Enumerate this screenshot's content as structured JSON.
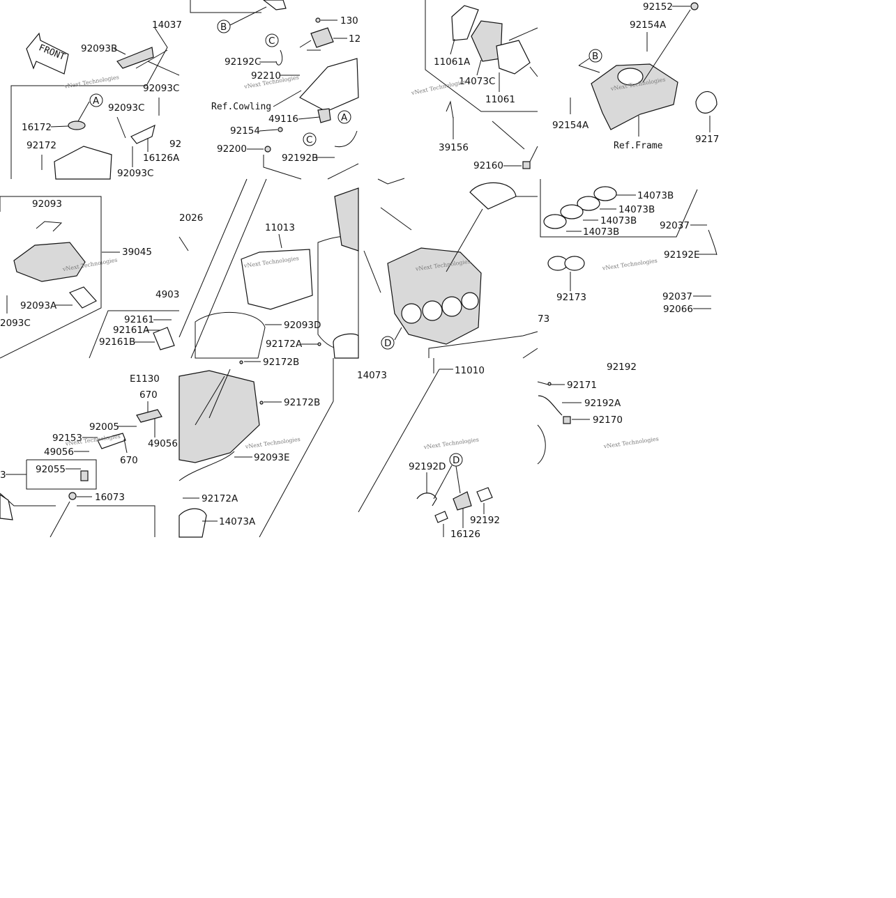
{
  "diagram": {
    "front_label": "FRONT",
    "watermark_text": "vNext Technologies",
    "tile_refs": [
      "E1130"
    ],
    "ref_labels": [
      "Ref.Cowling",
      "Ref.Frame"
    ],
    "callout_letters": [
      "A",
      "B",
      "C",
      "D"
    ],
    "part_labels": {
      "p14037": "14037",
      "p92093B": "92093B",
      "p92093C_1": "92093C",
      "p92093C_2": "92093C",
      "p92093C_3": "92093C",
      "p92093C_4": "2093C",
      "p16172": "16172",
      "p92172": "92172",
      "p16126A": "16126A",
      "p92_cut": "92",
      "p130": "130",
      "p12": "12",
      "p92192C": "92192C",
      "p92210": "92210",
      "p49116": "49116",
      "p92154": "92154",
      "p92200": "92200",
      "p92192B": "92192B",
      "p11061A": "11061A",
      "p14073C": "14073C",
      "p11061": "11061",
      "p39156": "39156",
      "p92160": "92160",
      "p92152": "92152",
      "p92154A_1": "92154A",
      "p92154A_2": "92154A",
      "p9217_cut": "9217",
      "p92093": "92093",
      "p39045": "39045",
      "p92093A": "92093A",
      "p92026": "2026",
      "p4903": "4903",
      "p92161": "92161",
      "p92161A": "92161A",
      "p92161B": "92161B",
      "p11013": "11013",
      "p92093D": "92093D",
      "p92172A_1": "92172A",
      "p14073": "14073",
      "p14073B_1": "14073B",
      "p14073B_2": "14073B",
      "p14073B_3": "14073B",
      "p14073B_4": "14073B",
      "p92037_1": "92037",
      "p92192E": "92192E",
      "p92173": "92173",
      "p92037_2": "92037",
      "p92066": "92066",
      "p73_cut": "73",
      "p92192_1": "92192",
      "p670_1": "670",
      "p670_2": "670",
      "p92005": "92005",
      "p49056_1": "49056",
      "p49056_2": "49056",
      "p92153": "92153",
      "p92055": "92055",
      "p3_cut": "3",
      "p16073": "16073",
      "p92172B_1": "92172B",
      "p92172B_2": "92172B",
      "p92093E": "92093E",
      "p92172A_2": "92172A",
      "p14073A": "14073A",
      "p11010": "11010",
      "p92171": "92171",
      "p92192A": "92192A",
      "p92170": "92170",
      "p92192D": "92192D",
      "p92192_2": "92192",
      "p16126": "16126"
    }
  }
}
